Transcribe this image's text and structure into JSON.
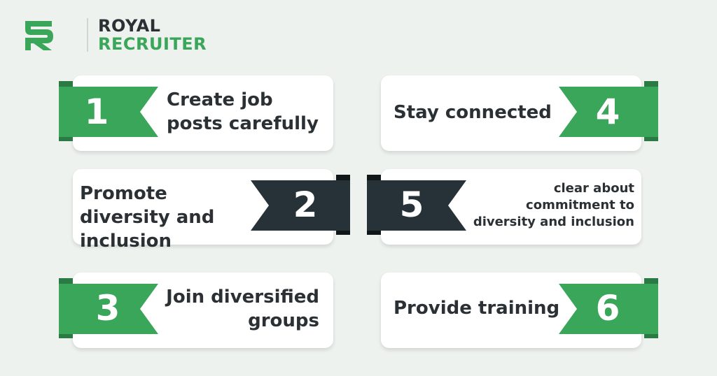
{
  "logo": {
    "line1": "ROYAL",
    "line2": "RECRUITER",
    "icon": "rr-monogram-icon"
  },
  "colors": {
    "green": "#3aa65a",
    "dark": "#263238",
    "text": "#2b3034",
    "background": "#eef2ef"
  },
  "steps": [
    {
      "number": "1",
      "text": "Create job posts carefully",
      "color": "green"
    },
    {
      "number": "2",
      "text": "Promote diversity and inclusion",
      "color": "dark"
    },
    {
      "number": "3",
      "text": "Join diversified groups",
      "color": "green"
    },
    {
      "number": "4",
      "text": "Stay connected",
      "color": "green"
    },
    {
      "number": "5",
      "text": "clear about commitment to diversity and inclusion",
      "color": "dark"
    },
    {
      "number": "6",
      "text": "Provide training",
      "color": "green"
    }
  ]
}
